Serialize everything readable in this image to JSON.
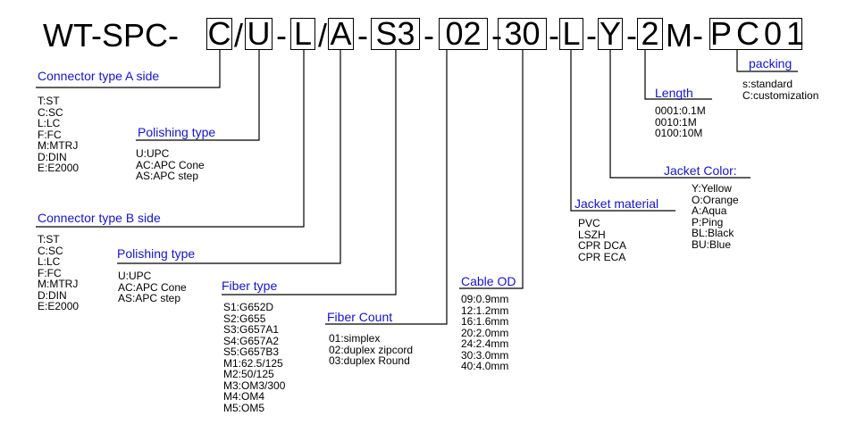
{
  "code": {
    "segments": [
      {
        "text": "WT-SPC-",
        "boxed": false
      },
      {
        "text": "C",
        "boxed": true
      },
      {
        "text": "/",
        "boxed": false
      },
      {
        "text": "U",
        "boxed": true
      },
      {
        "text": "-",
        "boxed": false
      },
      {
        "text": "L",
        "boxed": true
      },
      {
        "text": "/",
        "boxed": false
      },
      {
        "text": "A",
        "boxed": true
      },
      {
        "text": "-",
        "boxed": false
      },
      {
        "text": "S3",
        "boxed": true
      },
      {
        "text": "-",
        "boxed": false
      },
      {
        "text": "02",
        "boxed": true
      },
      {
        "text": "-",
        "boxed": false
      },
      {
        "text": "30",
        "boxed": true
      },
      {
        "text": "-",
        "boxed": false
      },
      {
        "text": "L",
        "boxed": true
      },
      {
        "text": "-",
        "boxed": false
      },
      {
        "text": "Y",
        "boxed": true
      },
      {
        "text": "-",
        "boxed": false
      },
      {
        "text": "2",
        "boxed": true
      },
      {
        "text": "M-",
        "boxed": false
      },
      {
        "text": "PC01",
        "boxed": true
      }
    ]
  },
  "sections": {
    "connector_a": {
      "title": "Connector type A side",
      "options": [
        "T:ST",
        "C:SC",
        "L:LC",
        "F:FC",
        "M:MTRJ",
        "D:DIN",
        "E:E2000"
      ]
    },
    "polishing_a": {
      "title": "Polishing type",
      "options": [
        "U:UPC",
        "AC:APC Cone",
        "AS:APC step"
      ]
    },
    "connector_b": {
      "title": "Connector type B side",
      "options": [
        "T:ST",
        "C:SC",
        "L:LC",
        "F:FC",
        "M:MTRJ",
        "D:DIN",
        "E:E2000"
      ]
    },
    "polishing_b": {
      "title": "Polishing type",
      "options": [
        "U:UPC",
        "AC:APC Cone",
        "AS:APC step"
      ]
    },
    "fiber_type": {
      "title": "Fiber type",
      "options": [
        "S1:G652D",
        "S2:G655",
        "S3:G657A1",
        "S4:G657A2",
        "S5:G657B3",
        "M1:62.5/125",
        "M2:50/125",
        "M3:OM3/300",
        "M4:OM4",
        "M5:OM5"
      ]
    },
    "fiber_count": {
      "title": "Fiber Count",
      "options": [
        "01:simplex",
        "02:duplex zipcord",
        "03:duplex Round"
      ]
    },
    "cable_od": {
      "title": "Cable OD",
      "options": [
        "09:0.9mm",
        "12:1.2mm",
        "16:1.6mm",
        "20:2.0mm",
        "24:2.4mm",
        "30:3.0mm",
        "40:4.0mm"
      ]
    },
    "jacket_material": {
      "title": "Jacket material",
      "options": [
        "PVC",
        "LSZH",
        "CPR DCA",
        "CPR ECA"
      ]
    },
    "jacket_color": {
      "title": "Jacket Color:",
      "options": [
        "Y:Yellow",
        "O:Orange",
        "A:Aqua",
        "P:Ping",
        "BL:Black",
        "BU:Blue"
      ]
    },
    "length": {
      "title": "Length",
      "options": [
        "0001:0.1M",
        "0010:1M",
        "0100:10M"
      ]
    },
    "packing": {
      "title": "packing",
      "options": [
        "s:standard",
        "C:customization"
      ]
    }
  },
  "colors": {
    "title_color": "#1414c8",
    "line_color": "#000000",
    "text_color": "#000000"
  }
}
